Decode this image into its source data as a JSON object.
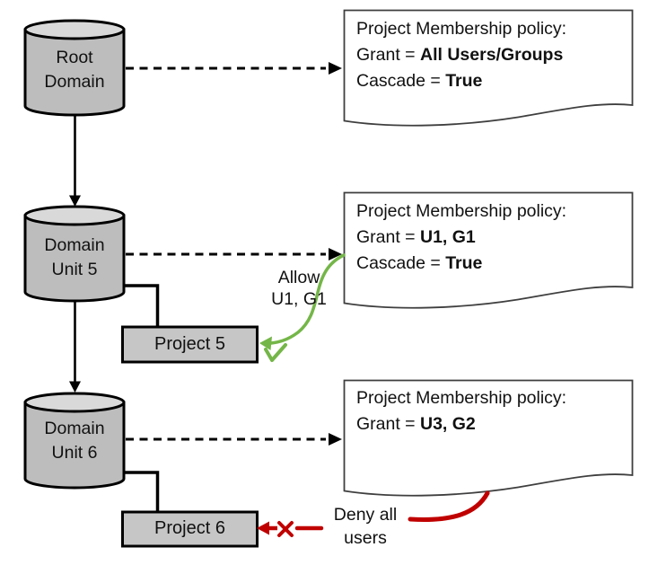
{
  "nodes": {
    "root_domain": {
      "label_line1": "Root",
      "label_line2": "Domain"
    },
    "domain_unit_5": {
      "label_line1": "Domain",
      "label_line2": "Unit 5"
    },
    "domain_unit_6": {
      "label_line1": "Domain",
      "label_line2": "Unit 6"
    },
    "project_5": {
      "label": "Project 5"
    },
    "project_6": {
      "label": "Project 6"
    }
  },
  "policies": [
    {
      "title": "Project Membership policy:",
      "grant_label": "Grant = ",
      "grant_value": "All Users/Groups",
      "cascade_label": "Cascade = ",
      "cascade_value": "True"
    },
    {
      "title": "Project Membership policy:",
      "grant_label": "Grant = ",
      "grant_value": "U1, G1",
      "cascade_label": "Cascade = ",
      "cascade_value": "True"
    },
    {
      "title": "Project Membership policy:",
      "grant_label": "Grant = ",
      "grant_value": "U3, G2"
    }
  ],
  "annotations": {
    "allow": {
      "line1": "Allow",
      "line2": "U1, G1"
    },
    "deny": {
      "line1": "Deny all",
      "line2": "users"
    }
  },
  "icons": {
    "allow_check": "checkmark-icon",
    "deny_x": "x-icon"
  },
  "colors": {
    "allow_green": "#74b648",
    "deny_red": "#c00000",
    "node_fill": "#bdbdbd",
    "cylinder_top_fill": "#d9d9d9",
    "box_fill": "#c6c6c6",
    "outline": "#000000",
    "doc_border": "#3f3f3f",
    "background": "#ffffff"
  }
}
